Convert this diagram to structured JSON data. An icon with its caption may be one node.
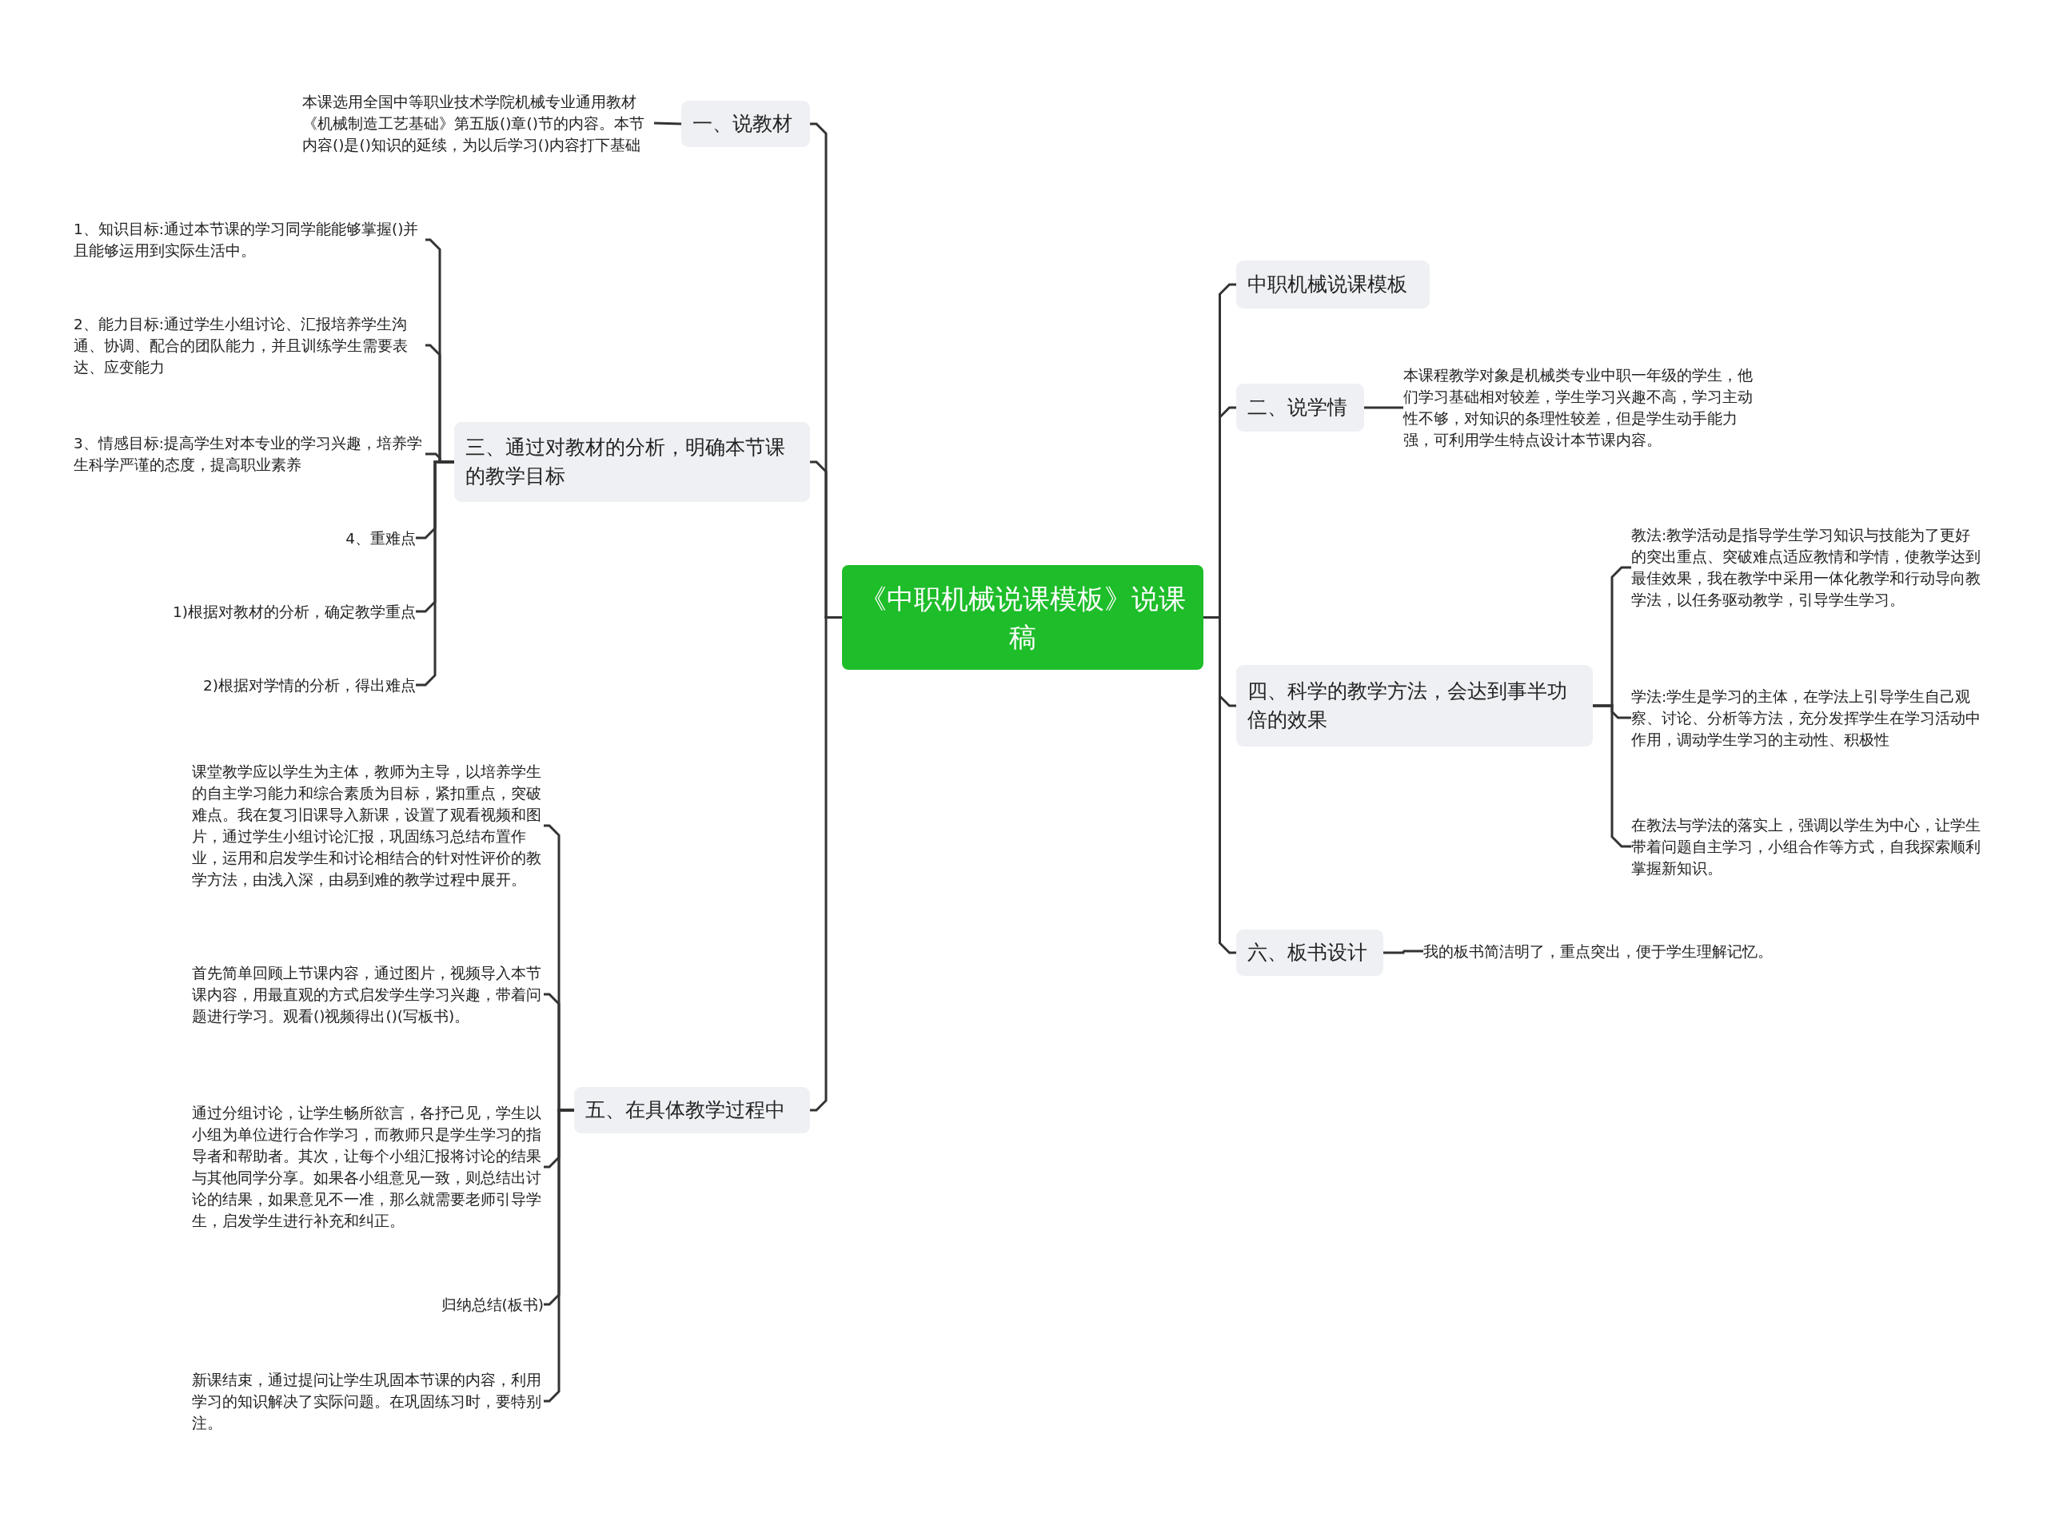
{
  "diagram": {
    "nodes": [
      {
        "text": [
          "《中职机械说课模板》说课稿"
        ]
      },
      {
        "text": [
          "一、说教材"
        ]
      },
      {
        "text": [
          "本课选用全国中等职业技术学院机械专业通用教材《机械制造工艺基础》第五版()章()节的内容。本节内容()是()知识的延续，为以后学习()内容打下基础"
        ]
      },
      {
        "text": [
          "三、通过对教材的分析，明确本节课的教学目标"
        ]
      },
      {
        "text": [
          "1、知识目标:通过本节课的学习同学能能够掌握()并且能够运用到实际生活中。"
        ]
      },
      {
        "text": [
          "2、能力目标:通过学生小组讨论、汇报培养学生沟通、协调、配合的团队能力，并且训练学生需要表达、应变能力"
        ]
      },
      {
        "text": [
          "3、情感目标:提高学生对本专业的学习兴趣，培养学生科学严谨的态度，提高职业素养"
        ]
      },
      {
        "text": [
          "4、重难点"
        ]
      },
      {
        "text": [
          "1)根据对教材的分析，确定教学重点"
        ]
      },
      {
        "text": [
          "2)根据对学情的分析，得出难点"
        ]
      },
      {
        "text": [
          "五、在具体教学过程中"
        ]
      },
      {
        "text": [
          "课堂教学应以学生为主体，教师为主导，以培养学生的自主学习能力和综合素质为目标，紧扣重点，突破难点。我在复习旧课导入新课，设置了观看视频和图片，通过学生小组讨论汇报，巩固练习总结布置作业，运用和启发学生和讨论相结合的针对性评价的教学方法，由浅入深，由易到难的教学过程中展开。"
        ]
      },
      {
        "text": [
          "首先简单回顾上节课内容，通过图片，视频导入本节课内容，用最直观的方式启发学生学习兴趣，带着问题进行学习。观看()视频得出()(写板书)。"
        ]
      },
      {
        "text": [
          "通过分组讨论，让学生畅所欲言，各抒己见，学生以小组为单位进行合作学习，而教师只是学生学习的指导者和帮助者。其次，让每个小组汇报将讨论的结果与其他同学分享。如果各小组意见一致，则总结出讨论的结果，如果意见不一准，那么就需要老师引导学生，启发学生进行补充和纠正。"
        ]
      },
      {
        "text": [
          "归纳总结(板书)"
        ]
      },
      {
        "text": [
          "新课结束，通过提问让学生巩固本节课的内容，利用学习的知识解决了实际问题。在巩固练习时，要特别注。"
        ]
      },
      {
        "text": [
          "中职机械说课模板"
        ]
      },
      {
        "text": [
          "二、说学情"
        ]
      },
      {
        "text": [
          "本课程教学对象是机械类专业中职一年级的学生，他们学习基础相对较差，学生学习兴趣不高，学习主动性不够，对知识的条理性较差，但是学生动手能力强，可利用学生特点设计本节课内容。"
        ]
      },
      {
        "text": [
          "四、科学的教学方法，会达到事半功倍的效果"
        ]
      },
      {
        "text": [
          "教法:教学活动是指导学生学习知识与技能为了更好的突出重点、突破难点适应教情和学情，使教学达到最佳效果，我在教学中采用一体化教学和行动导向教学法，以任务驱动教学，引导学生学习。"
        ]
      },
      {
        "text": [
          "学法:学生是学习的主体，在学法上引导学生自己观察、讨论、分析等方法，充分发挥学生在学习活动中作用，调动学生学习的主动性、积极性"
        ]
      },
      {
        "text": [
          "在教法与学法的落实上，强调以学生为中心，让学生带着问题自主学习，小组合作等方式，自我探索顺利掌握新知识。"
        ]
      },
      {
        "text": [
          "六、板书设计"
        ]
      },
      {
        "text": [
          "我的板书简洁明了，重点突出，便于学生理解记忆。"
        ]
      }
    ],
    "edges": [
      {
        "from": 0,
        "to": 1,
        "arrow": "none"
      },
      {
        "from": 1,
        "to": 2,
        "arrow": "none"
      },
      {
        "from": 0,
        "to": 3,
        "arrow": "none"
      },
      {
        "from": 3,
        "to": 4,
        "arrow": "none"
      },
      {
        "from": 3,
        "to": 5,
        "arrow": "none"
      },
      {
        "from": 3,
        "to": 6,
        "arrow": "none"
      },
      {
        "from": 3,
        "to": 7,
        "arrow": "none"
      },
      {
        "from": 3,
        "to": 8,
        "arrow": "none"
      },
      {
        "from": 3,
        "to": 9,
        "arrow": "none"
      },
      {
        "from": 0,
        "to": 10,
        "arrow": "none"
      },
      {
        "from": 10,
        "to": 11,
        "arrow": "none"
      },
      {
        "from": 10,
        "to": 12,
        "arrow": "none"
      },
      {
        "from": 10,
        "to": 13,
        "arrow": "none"
      },
      {
        "from": 10,
        "to": 14,
        "arrow": "none"
      },
      {
        "from": 10,
        "to": 15,
        "arrow": "none"
      },
      {
        "from": 0,
        "to": 16,
        "arrow": "none"
      },
      {
        "from": 0,
        "to": 17,
        "arrow": "none"
      },
      {
        "from": 17,
        "to": 18,
        "arrow": "none"
      },
      {
        "from": 0,
        "to": 19,
        "arrow": "none"
      },
      {
        "from": 19,
        "to": 20,
        "arrow": "none"
      },
      {
        "from": 19,
        "to": 21,
        "arrow": "none"
      },
      {
        "from": 19,
        "to": 22,
        "arrow": "none"
      },
      {
        "from": 0,
        "to": 23,
        "arrow": "none"
      },
      {
        "from": 23,
        "to": 24,
        "arrow": "none"
      }
    ]
  }
}
